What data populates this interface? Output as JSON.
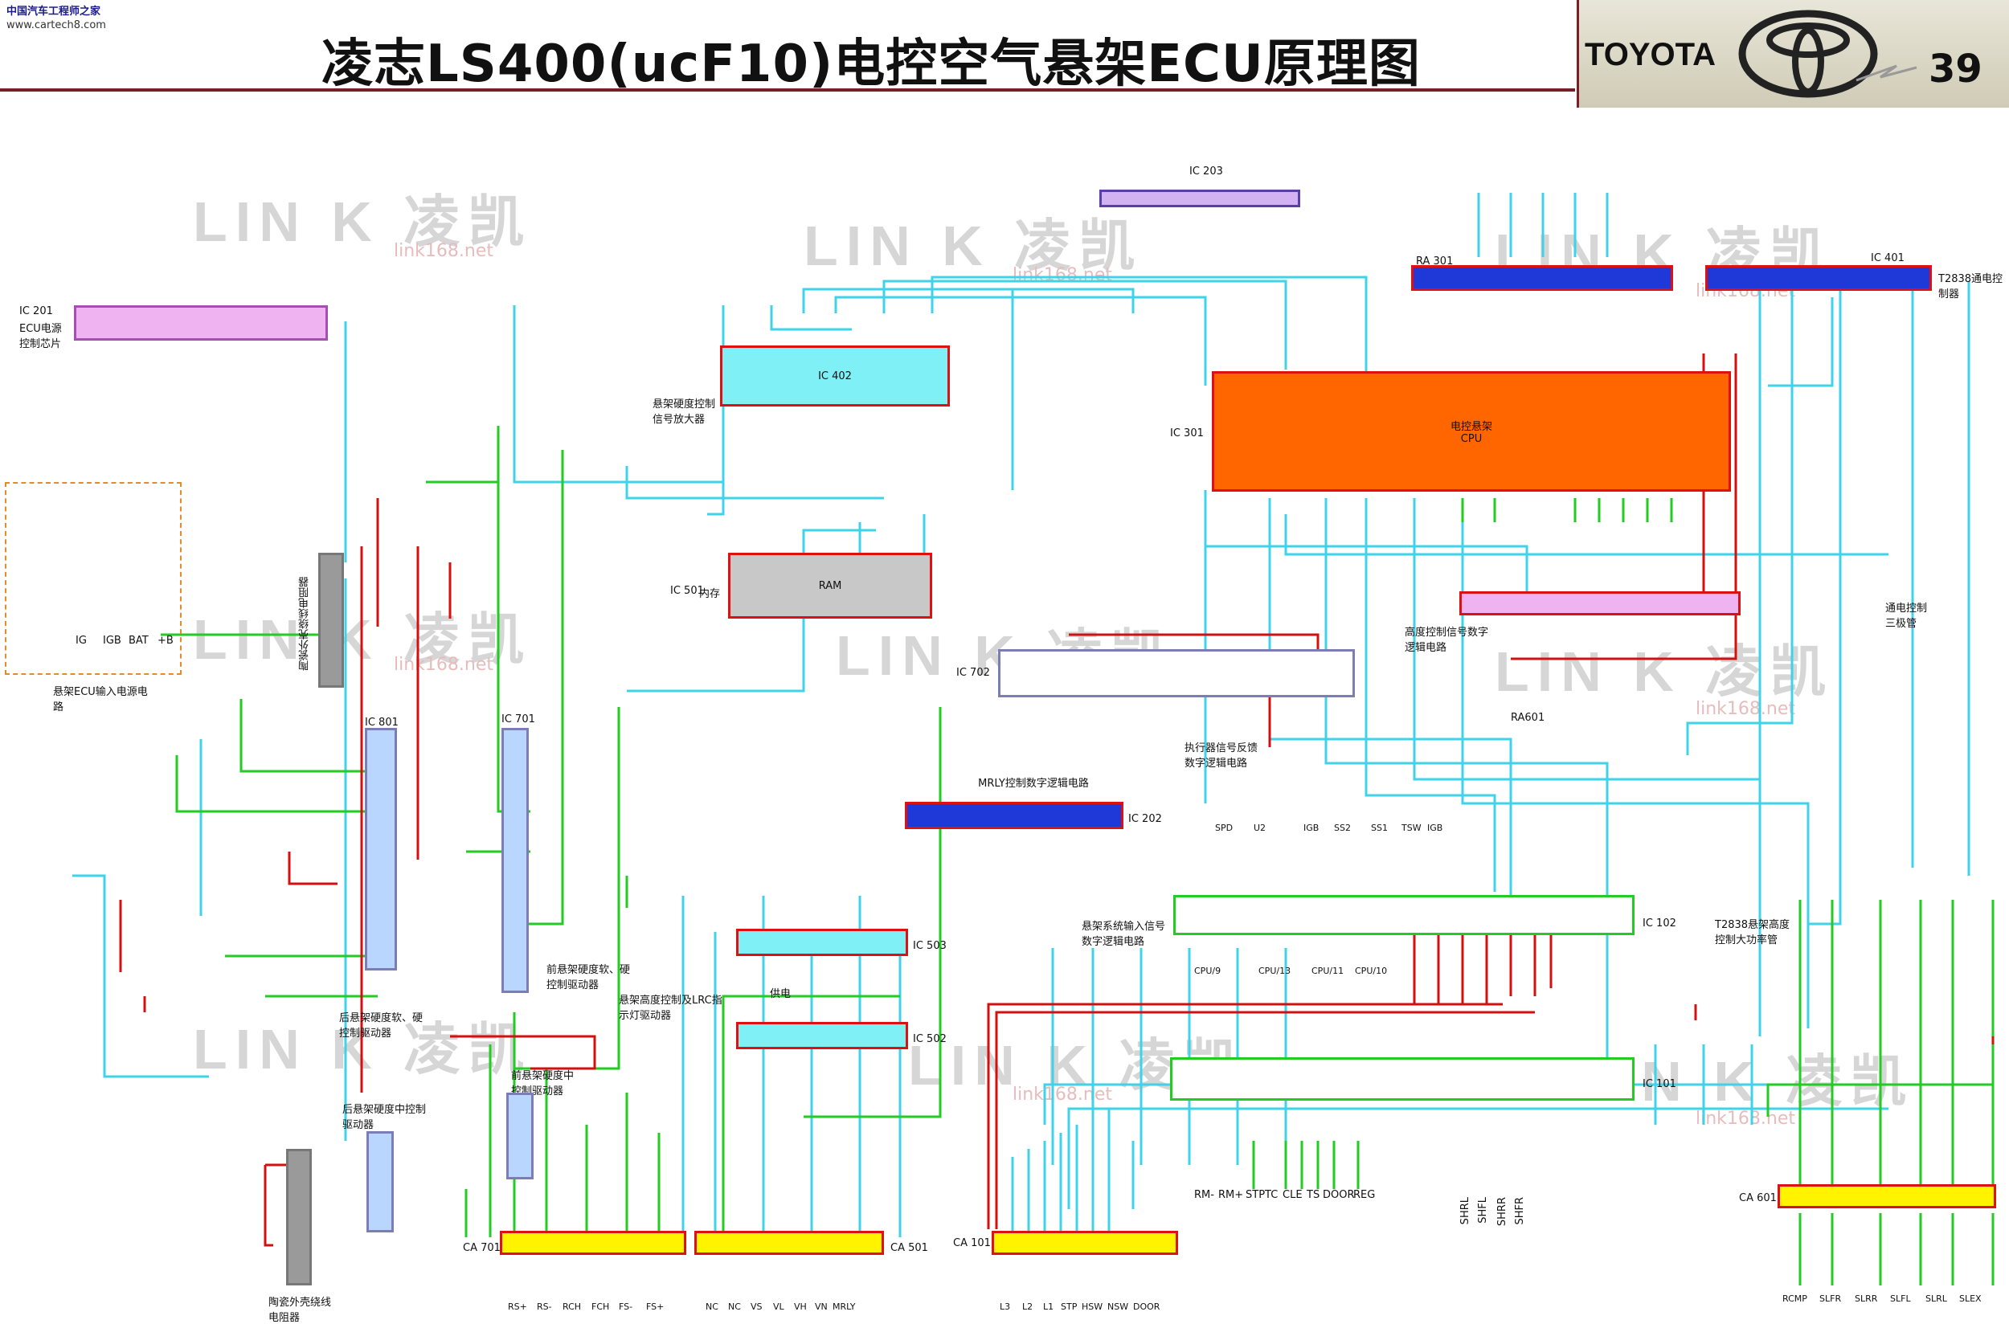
{
  "header": {
    "site_name": "中国汽车工程师之家",
    "site_url": "www.cartech8.com",
    "title": "凌志LS400(ucF10)电控空气悬架ECU原理图",
    "brand": "TOYOTA",
    "page_number": "39"
  },
  "watermarks": {
    "logo_text": "LIN K 凌凯",
    "net_text": "link168.net"
  },
  "blocks": {
    "ic201": {
      "id": "IC 201",
      "desc": "ECU电源控制芯片"
    },
    "power_input": "悬架ECU输入电源电路",
    "ic402": {
      "id": "IC 402",
      "desc": "悬架硬度控制信号放大器"
    },
    "ram": {
      "id": "IC 501",
      "text": "RAM",
      "desc": "内存"
    },
    "ic203": "IC 203",
    "ra301": "RA 301",
    "ic401": "IC 401",
    "t2838_ctrl": "T2838通电控制器",
    "cpu": {
      "id": "IC 301",
      "text": "电控悬架",
      "sub": "CPU"
    },
    "height_ctrl": "高度控制信号数字逻辑电路",
    "ic702": {
      "id": "IC 702",
      "desc": "执行器信号反馈数字逻辑电路"
    },
    "ra601": "RA601",
    "ic202": {
      "id": "IC 202",
      "desc": "MRLY控制数字逻辑电路"
    },
    "ic801": {
      "id": "IC 801",
      "desc": "后悬架硬度软、硬控制驱动器"
    },
    "ic701": {
      "id": "IC 701",
      "desc": "前悬架硬度软、硬控制驱动器"
    },
    "ic503": {
      "id": "IC 503",
      "desc": "悬架高度控制及LRC指示灯驱动器"
    },
    "ic502": "IC 502",
    "ic102": {
      "id": "IC 102",
      "desc": "悬架系统输入信号数字逻辑电路"
    },
    "ic101": "IC 101",
    "t2838_amp": "T2838悬架高度控制大功率管",
    "t401_402": "通电控制三极管",
    "rear_mid": "后悬架硬度中控制驱动器",
    "front_mid": "前悬架硬度中控制驱动器",
    "ceramic_top": "陶瓷外壳绕线电阻器",
    "ceramic_bottom": "陶瓷外壳绕线电阻器",
    "supply_label": "供电"
  },
  "connectors": {
    "ca701": {
      "id": "CA 701",
      "pins": [
        "RS+",
        "RS-",
        "RCH",
        "FCH",
        "FS-",
        "FS+"
      ]
    },
    "ca501": {
      "id": "CA 501",
      "pins": [
        "NC",
        "NC",
        "VS",
        "VL",
        "VH",
        "VN",
        "MRLY"
      ]
    },
    "ca101": {
      "id": "CA 101",
      "pins": [
        "L3",
        "L2",
        "L1",
        "STP",
        "HSW",
        "NSW",
        "DOOR"
      ]
    },
    "ca601": {
      "id": "CA 601",
      "pins": [
        "RCMP",
        "SLFR",
        "SLRR",
        "SLFL",
        "SLRL",
        "SLEX"
      ]
    },
    "ic101_out": [
      "RM-",
      "RM+",
      "STPTC",
      "CLE",
      "TS",
      "DOOR",
      "REG"
    ],
    "shfx": [
      "SHRL",
      "SHFL",
      "SHRR",
      "SHFR"
    ],
    "ic102_top": [
      "SPD",
      "U2",
      "IGB",
      "SS2",
      "SS1",
      "TSW",
      "IGB"
    ],
    "ic102_cpu": [
      "CPU/9",
      "CPU/13",
      "CPU/11",
      "CPU/10"
    ],
    "power_pins": [
      "IG",
      "IGB",
      "BAT",
      "+B"
    ]
  },
  "colors": {
    "title_rule": "#7a1f25",
    "wire_cyan": "#3fd3ea",
    "wire_green": "#22cc22",
    "wire_red": "#d11111",
    "cpu_fill": "#ff6600",
    "chip_blue": "#1f39d8",
    "connector_fill": "#fff300"
  }
}
